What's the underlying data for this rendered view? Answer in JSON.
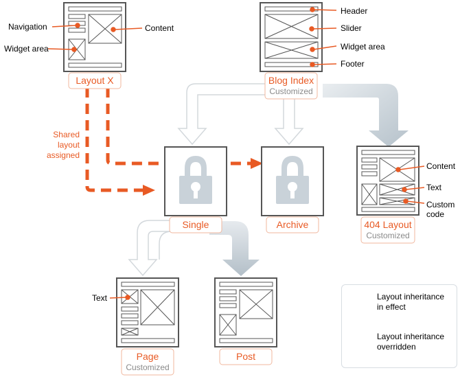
{
  "layouts": {
    "layout_x": {
      "title": "Layout X"
    },
    "blog_index": {
      "title": "Blog Index",
      "subtitle": "Customized"
    },
    "single": {
      "title": "Single"
    },
    "archive": {
      "title": "Archive"
    },
    "layout_404": {
      "title": "404 Layout",
      "subtitle": "Customized"
    },
    "page": {
      "title": "Page",
      "subtitle": "Customized"
    },
    "post": {
      "title": "Post"
    }
  },
  "callouts": {
    "navigation": "Navigation",
    "content": "Content",
    "widget_area": "Widget area",
    "header": "Header",
    "slider": "Slider",
    "widget_area_2": "Widget area",
    "footer": "Footer",
    "content_404": "Content",
    "text_404": "Text",
    "custom_code_1": "Custom",
    "custom_code_2": "code",
    "text_page": "Text"
  },
  "shared": {
    "line1": "Shared",
    "line2": "layout",
    "line3": "assigned"
  },
  "legend": {
    "in_effect_1": "Layout inheritance",
    "in_effect_2": "in effect",
    "overridden_1": "Layout inheritance",
    "overridden_2": "overridden"
  },
  "colors": {
    "accent": "#e85a24",
    "wire": "#555555",
    "arrow_fill": "#c7d0d7",
    "arrow_outline": "#d3d8dc",
    "lock": "#c9d2d9"
  }
}
